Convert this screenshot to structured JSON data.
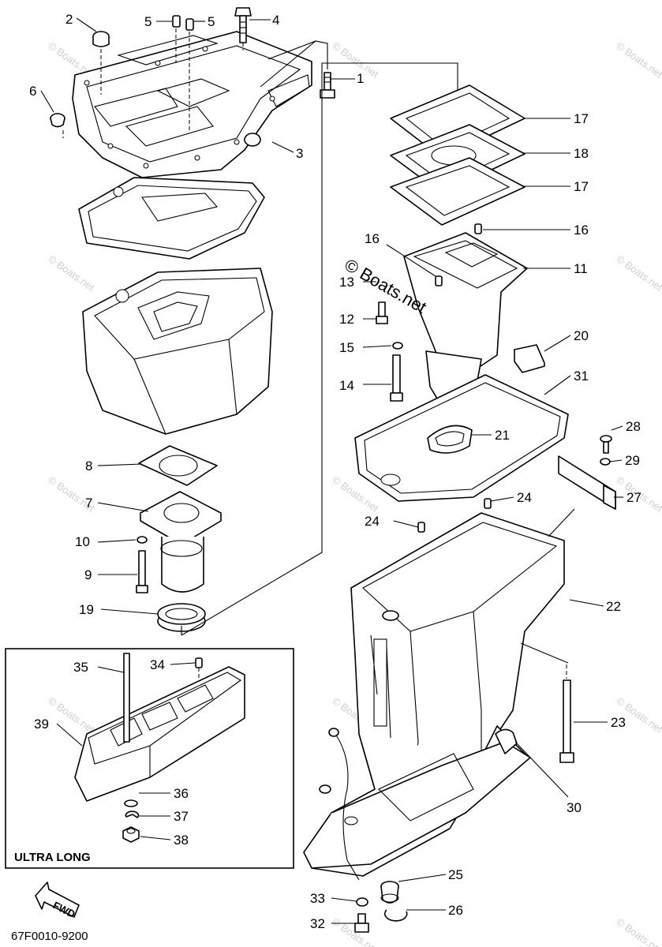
{
  "callouts": [
    "1",
    "2",
    "3",
    "4",
    "5",
    "5",
    "6",
    "7",
    "8",
    "9",
    "10",
    "11",
    "12",
    "13",
    "14",
    "15",
    "16",
    "16",
    "17",
    "17",
    "18",
    "19",
    "20",
    "21",
    "22",
    "23",
    "24",
    "24",
    "25",
    "26",
    "27",
    "28",
    "29",
    "30",
    "31",
    "32",
    "33",
    "34",
    "35",
    "36",
    "37",
    "38",
    "39"
  ],
  "copyright": "© Boats.net",
  "watermark": "© Boats.net",
  "box_label": "ULTRA LONG",
  "fwd_label": "FWD",
  "diagram_code": "67F0010-9200",
  "colors": {
    "line": "#000000",
    "background": "#ffffff",
    "watermark": "#cfcfcf"
  }
}
